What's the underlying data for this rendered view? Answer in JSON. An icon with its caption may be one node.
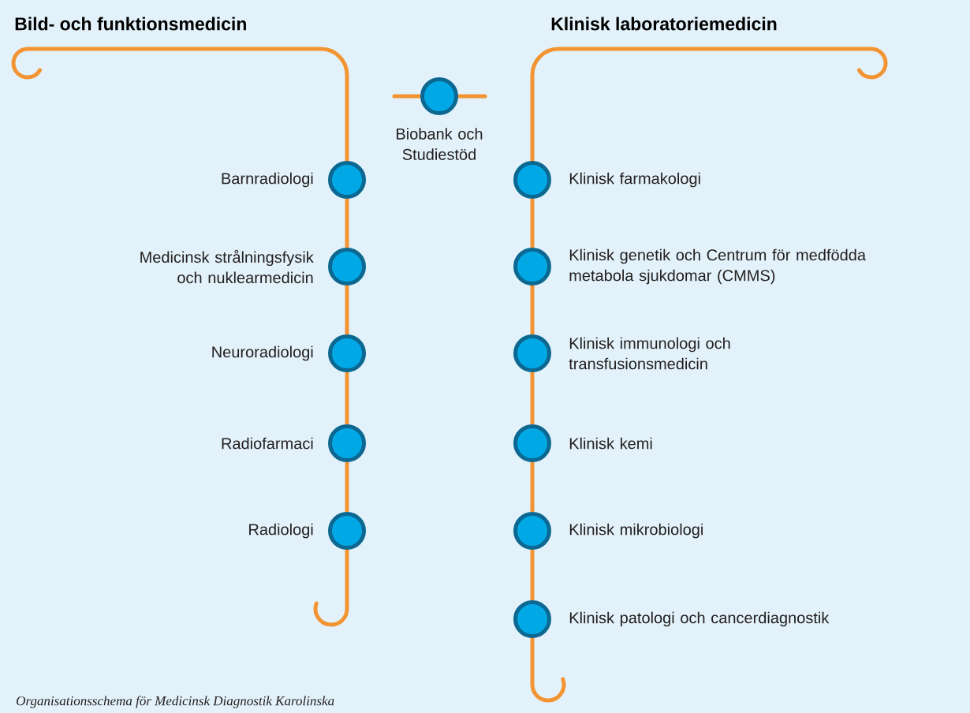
{
  "diagram": {
    "caption": "Organisationsschema för Medicinsk Diagnostik Karolinska",
    "nodes": [
      {
        "text": [
          "Barnradiologi"
        ]
      },
      {
        "text": [
          "Medicinsk strålningsfysik och nuklearmedicin"
        ]
      },
      {
        "text": [
          "Neuroradiologi"
        ]
      },
      {
        "text": [
          "Radiofarmaci"
        ]
      },
      {
        "text": [
          "Radiologi"
        ]
      },
      {
        "text": [
          "Biobank och Studiestöd"
        ]
      },
      {
        "text": [
          "Klinisk farmakologi"
        ]
      },
      {
        "text": [
          "Klinisk genetik och Centrum för medfödda metabola sjukdomar (CMMS)"
        ]
      },
      {
        "text": [
          "Klinisk immunologi och transfusionsmedicin"
        ]
      },
      {
        "text": [
          "Klinisk kemi"
        ]
      },
      {
        "text": [
          "Klinisk mikrobiologi"
        ]
      },
      {
        "text": [
          "Klinisk patologi och cancerdiagnostik"
        ]
      }
    ],
    "edges": [
      {
        "from": 0,
        "to": 1,
        "arrow": "none"
      },
      {
        "from": 1,
        "to": 2,
        "arrow": "none"
      },
      {
        "from": 2,
        "to": 3,
        "arrow": "none"
      },
      {
        "from": 3,
        "to": 4,
        "arrow": "none"
      },
      {
        "from": 6,
        "to": 7,
        "arrow": "none"
      },
      {
        "from": 7,
        "to": 8,
        "arrow": "none"
      },
      {
        "from": 8,
        "to": 9,
        "arrow": "none"
      },
      {
        "from": 9,
        "to": 10,
        "arrow": "none"
      },
      {
        "from": 10,
        "to": 11,
        "arrow": "none"
      }
    ],
    "labels": [
      "Bild- och funktionsmedicin",
      "Klinisk laboratoriemedicin"
    ]
  }
}
